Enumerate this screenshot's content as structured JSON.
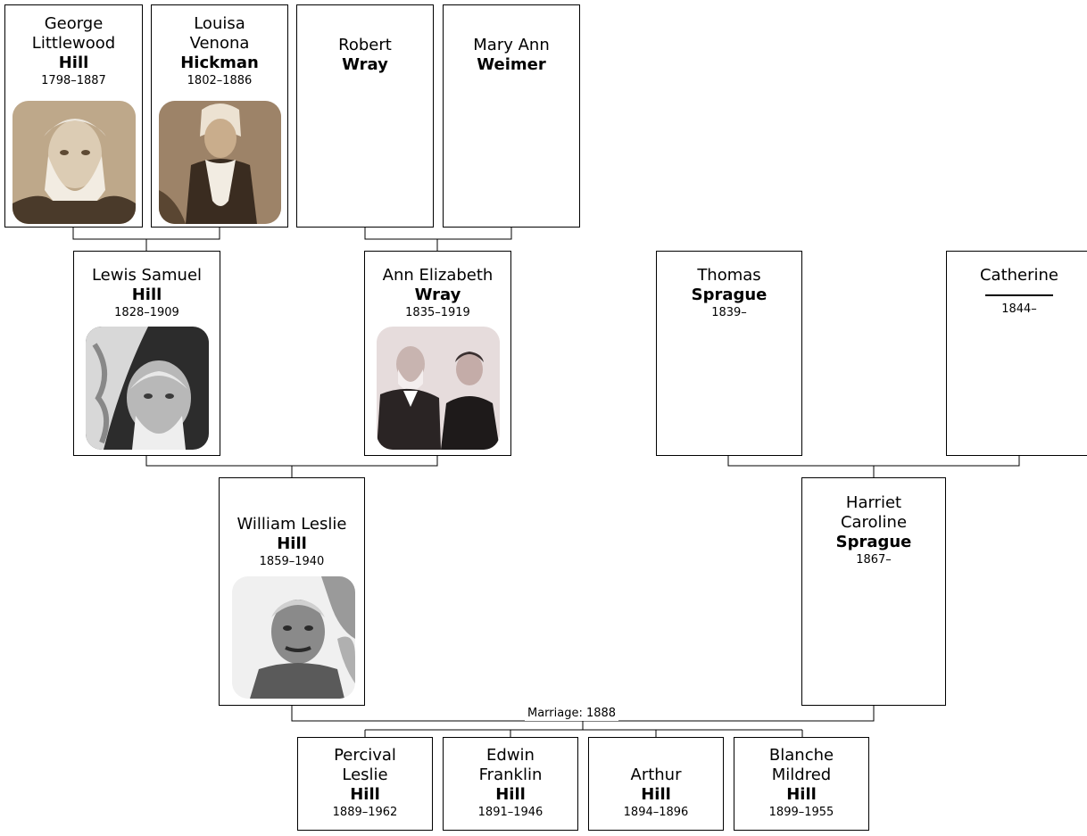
{
  "colors": {
    "line": "#000000",
    "box_border": "#000000",
    "background": "#ffffff"
  },
  "people": {
    "george": {
      "given": "George\nLittlewood",
      "surname": "Hill",
      "years": "1798–1887"
    },
    "louisa": {
      "given": "Louisa\nVenona",
      "surname": "Hickman",
      "years": "1802–1886"
    },
    "robert": {
      "given": "Robert",
      "surname": "Wray",
      "years": ""
    },
    "maryann": {
      "given": "Mary Ann",
      "surname": "Weimer",
      "years": ""
    },
    "lewis": {
      "given": "Lewis Samuel",
      "surname": "Hill",
      "years": "1828–1909"
    },
    "ann": {
      "given": "Ann Elizabeth",
      "surname": "Wray",
      "years": "1835–1919"
    },
    "thomas": {
      "given": "Thomas",
      "surname": "Sprague",
      "years": "1839–"
    },
    "catherine": {
      "given": "Catherine",
      "surname": "",
      "years": "1844–"
    },
    "william": {
      "given": "William Leslie",
      "surname": "Hill",
      "years": "1859–1940"
    },
    "harriet": {
      "given": "Harriet\nCaroline",
      "surname": "Sprague",
      "years": "1867–"
    },
    "percival": {
      "given": "Percival\nLeslie",
      "surname": "Hill",
      "years": "1889–1962"
    },
    "edwin": {
      "given": "Edwin\nFranklin",
      "surname": "Hill",
      "years": "1891–1946"
    },
    "arthur": {
      "given": "Arthur",
      "surname": "Hill",
      "years": "1894–1896"
    },
    "blanche": {
      "given": "Blanche\nMildred",
      "surname": "Hill",
      "years": "1899–1955"
    }
  },
  "marriage_label": "Marriage: 1888",
  "icons": {
    "portrait": "portrait-photo-icon"
  }
}
